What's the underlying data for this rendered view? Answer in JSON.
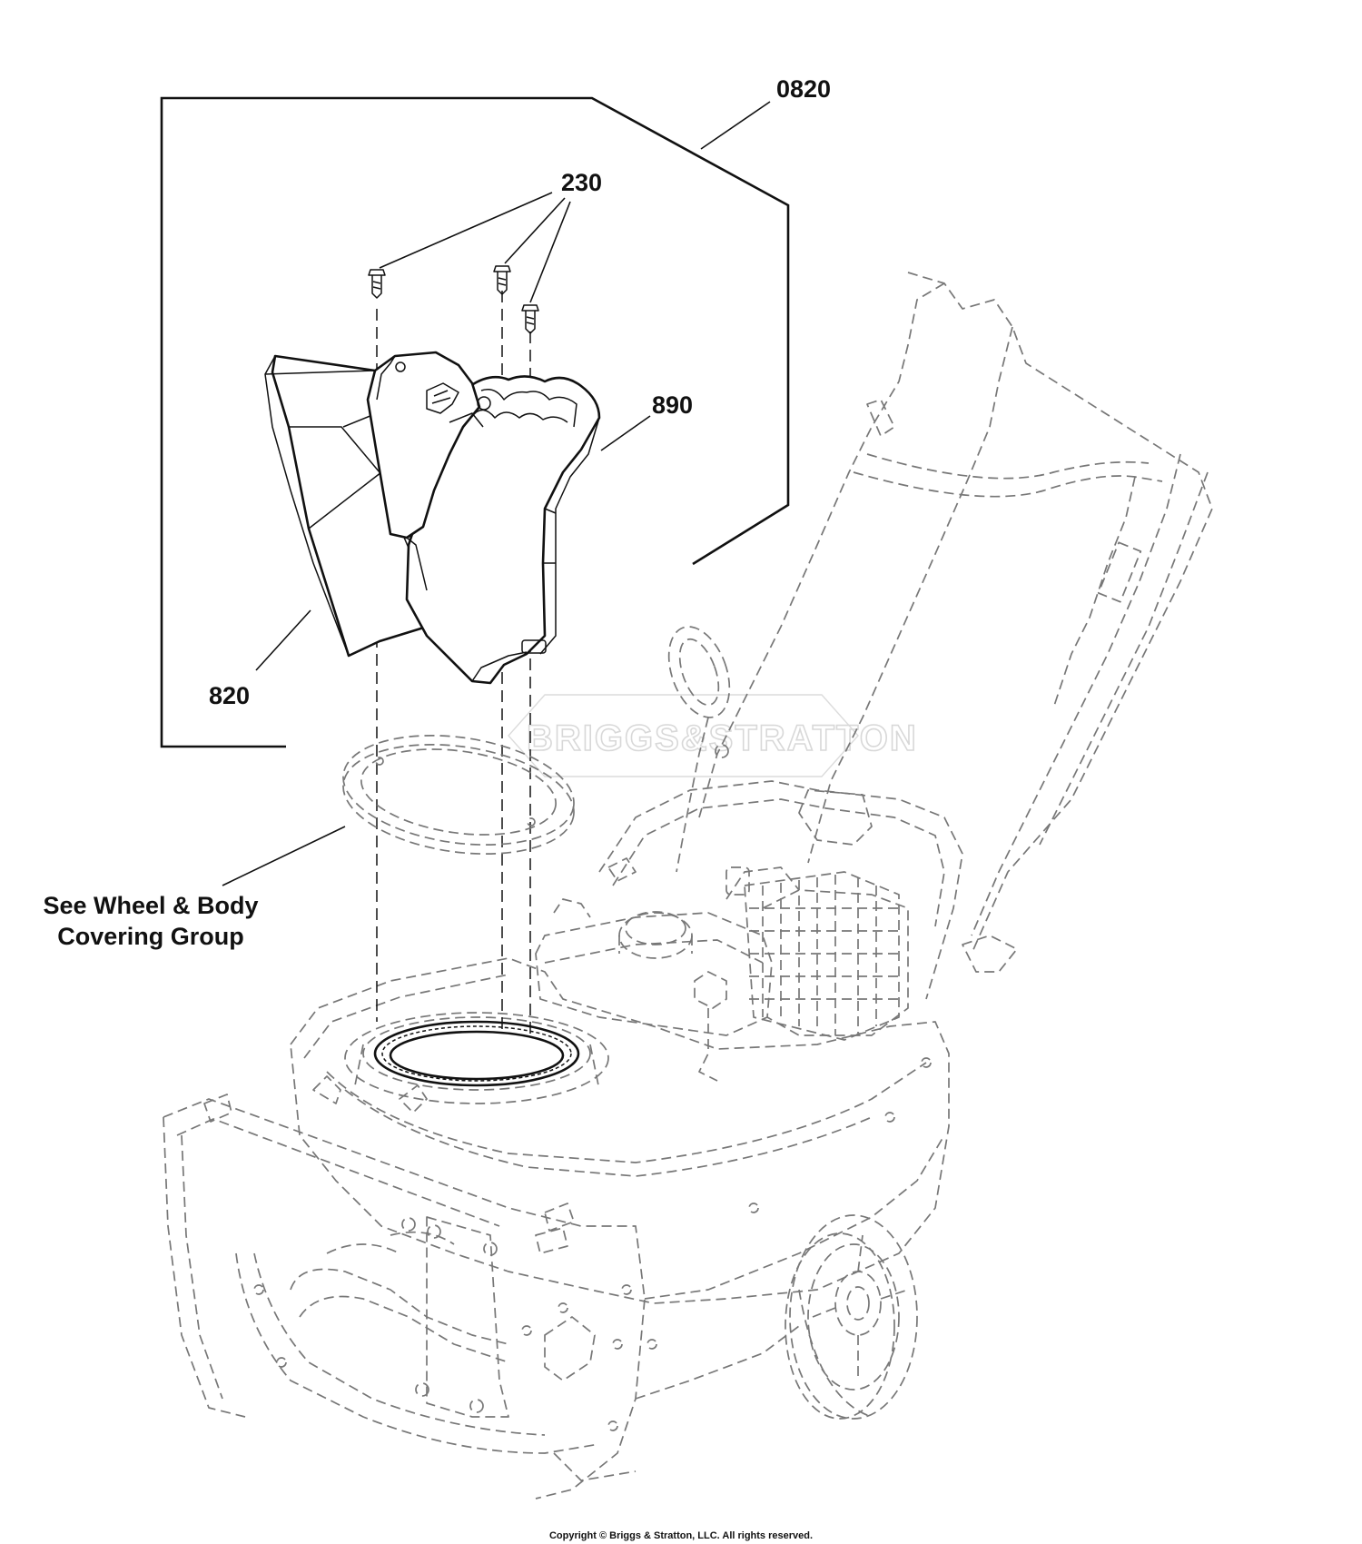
{
  "callouts": {
    "assembly": "0820",
    "bolts": "230",
    "chute_deflector": "890",
    "chute": "820"
  },
  "note": {
    "line1": "See Wheel & Body",
    "line2": "Covering Group"
  },
  "watermark": "BRIGGS&STRATTON",
  "copyright": "Copyright © Briggs & Stratton, LLC. All rights reserved."
}
